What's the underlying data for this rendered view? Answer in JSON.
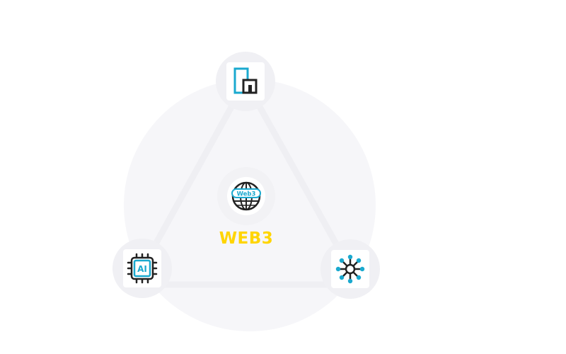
{
  "diagram": {
    "center": {
      "label": "WEB3",
      "icon": "globe-web3-icon",
      "icon_text": "Web3"
    },
    "nodes": [
      {
        "position": "top",
        "icon": "building-blocks-icon"
      },
      {
        "position": "bottom-left",
        "icon": "ai-chip-icon",
        "icon_text": "AI"
      },
      {
        "position": "bottom-right",
        "icon": "network-hub-icon"
      }
    ],
    "colors": {
      "label": "#ffd500",
      "accent": "#1aa9cf",
      "dark": "#222222",
      "background_circle": "#f6f6f9",
      "node_circle": "#f0f0f4"
    }
  }
}
